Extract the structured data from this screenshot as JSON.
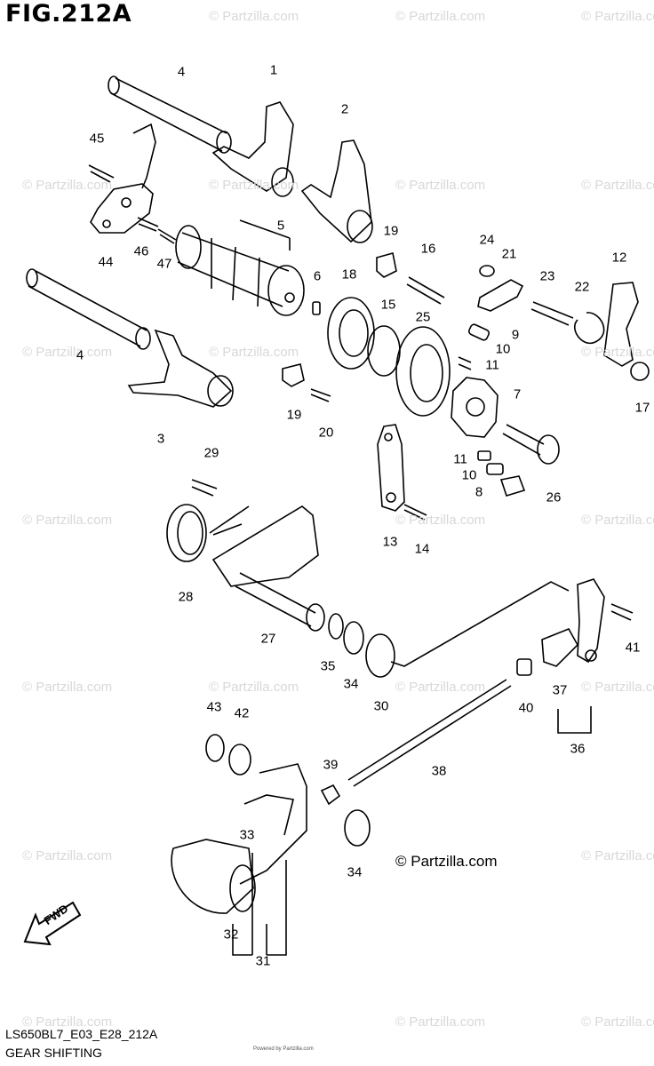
{
  "figure": {
    "title": "FIG.212A",
    "code": "LS650BL7_E03_E28_212A",
    "name": "GEAR SHIFTING",
    "brand": "© Partzilla.com",
    "watermark": "© Partzilla.com",
    "tiny_note": "Powered by Partzilla.com",
    "fwd": "FWD"
  },
  "callouts": [
    "1",
    "2",
    "3",
    "4",
    "4",
    "5",
    "6",
    "7",
    "8",
    "9",
    "10",
    "10",
    "11",
    "11",
    "12",
    "13",
    "14",
    "15",
    "16",
    "17",
    "18",
    "19",
    "19",
    "20",
    "21",
    "22",
    "23",
    "24",
    "25",
    "26",
    "27",
    "28",
    "29",
    "30",
    "31",
    "32",
    "33",
    "34",
    "34",
    "35",
    "36",
    "37",
    "38",
    "39",
    "40",
    "41",
    "42",
    "43",
    "44",
    "45",
    "46",
    "47"
  ]
}
